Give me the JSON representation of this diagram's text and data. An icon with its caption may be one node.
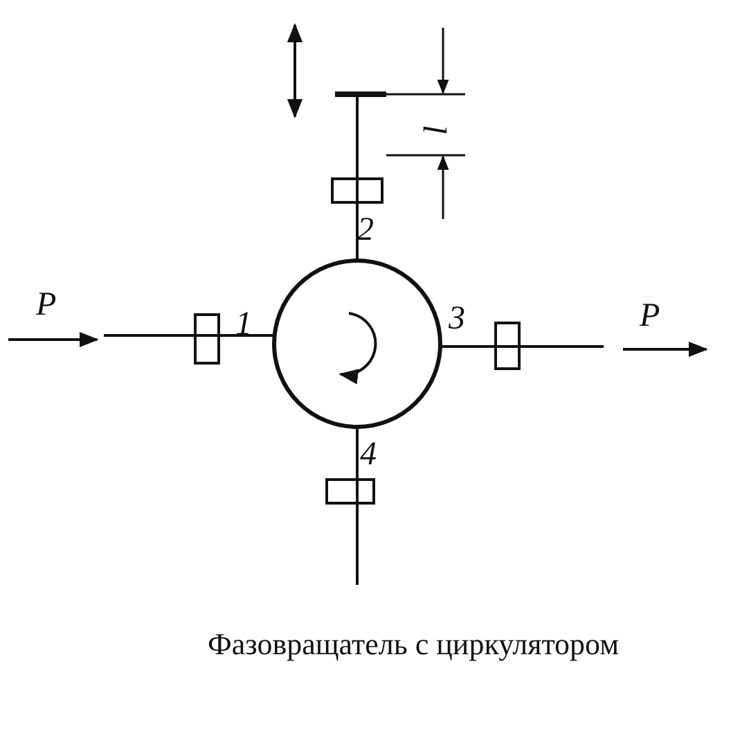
{
  "diagram": {
    "caption": "Фазовращатель с циркулятором",
    "nodes": [
      {
        "text": [],
        "shape": "circle"
      }
    ],
    "labels": [
      "l",
      "2",
      "P",
      "P",
      "1",
      "3",
      "4"
    ]
  }
}
